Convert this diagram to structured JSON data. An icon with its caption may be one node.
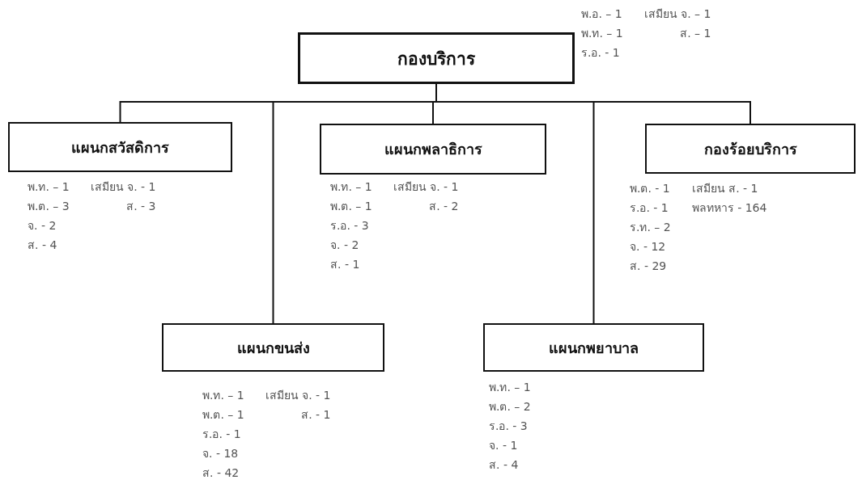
{
  "diagram": {
    "nodes": [
      {
        "text": [
          "กองบริการ"
        ],
        "beside": [
          "พ.อ. – 1",
          "เสมียน จ. – 1",
          "พ.ท. – 1",
          "ส. – 1",
          "ร.อ. - 1"
        ]
      },
      {
        "text": [
          "แผนกสวัสดิการ"
        ],
        "beside": [
          "พ.ท. – 1",
          "เสมียน จ. - 1",
          "พ.ต. – 3",
          "ส. - 3",
          "จ. - 2",
          "ส. - 4"
        ]
      },
      {
        "text": [
          "แผนกพลาธิการ"
        ],
        "beside": [
          "พ.ท. – 1",
          "เสมียน จ. - 1",
          "พ.ต. – 1",
          "ส. - 2",
          "ร.อ. - 3",
          "จ. - 2",
          "ส. - 1"
        ]
      },
      {
        "text": [
          "กองร้อยบริการ"
        ],
        "beside": [
          "พ.ต. - 1",
          "เสมียน ส. - 1",
          "ร.อ. - 1",
          "พลทหาร - 164",
          "ร.ท. – 2",
          "จ. - 12",
          "ส. - 29"
        ]
      },
      {
        "text": [
          "แผนกขนส่ง"
        ],
        "beside": [
          "พ.ท. – 1",
          "เสมียน จ. - 1",
          "พ.ต. – 1",
          "ส. - 1",
          "ร.อ. - 1",
          "จ. - 18",
          "ส. - 42"
        ]
      },
      {
        "text": [
          "แผนกพยาบาล"
        ],
        "beside": [
          "พ.ท. – 1",
          "พ.ต. – 2",
          "ร.อ. - 3",
          "จ. - 1",
          "ส. - 4"
        ]
      }
    ],
    "edges": [
      {
        "from": 0,
        "to": 1,
        "arrow": "none"
      },
      {
        "from": 0,
        "to": 2,
        "arrow": "none"
      },
      {
        "from": 0,
        "to": 3,
        "arrow": "none"
      },
      {
        "from": 0,
        "to": 4,
        "arrow": "none"
      },
      {
        "from": 0,
        "to": 5,
        "arrow": "none"
      }
    ]
  }
}
